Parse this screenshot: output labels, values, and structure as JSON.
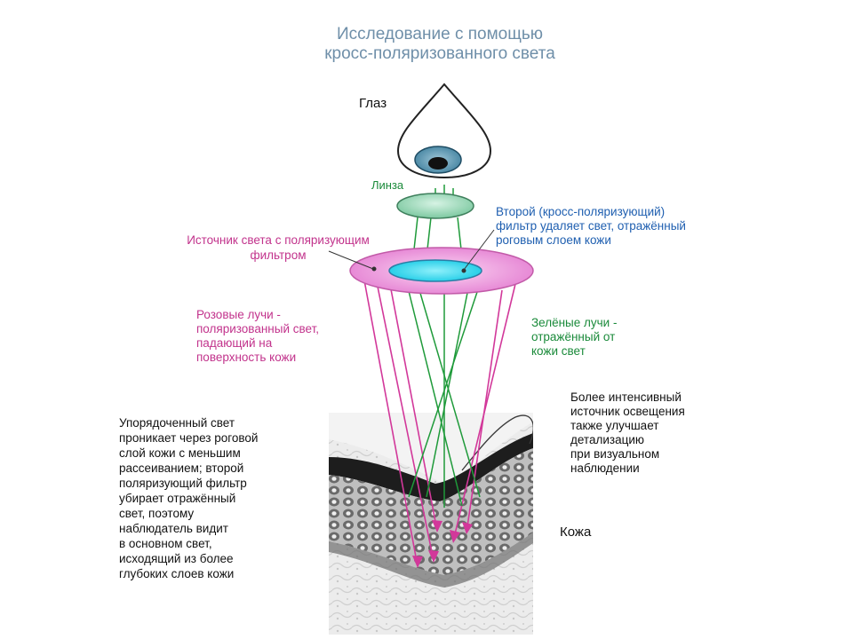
{
  "title": "Исследование с помощью\nкросс-поляризованного света",
  "labels": {
    "eye": "Глаз",
    "lens": "Линза",
    "second_filter": "Второй (кросс-поляризующий)\nфильтр удаляет свет, отражённый\nроговым слоем кожи",
    "light_source": "Источник света с поляризующим\nфильтром",
    "pink_rays": "Розовые лучи -\nполяризованный свет,\nпадающий на\nповерхность кожи",
    "green_rays": "Зелёные лучи -\nотражённый от\nкожи свет",
    "intense_source": "Более интенсивный\nисточник освещения\nтакже улучшает\nдетализацию\nпри визуальном\nнаблюдении",
    "ordered_light": "Упорядоченный свет\nпроникает через роговой\nслой кожи с меньшим\nрассеиванием; второй\nполяризующий фильтр\nубирает отражённый\nсвет, поэтому\nнаблюдатель видит\nв основном свет,\nисходящий из более\nглубоких слоев кожи",
    "skin": "Кожа"
  },
  "colors": {
    "pink_rays": "#d2389a",
    "green_rays": "#1f9a3a",
    "lens": "#8fd1b0",
    "filter_ring": "#ef9be0",
    "filter_inner": "#3fd6ee",
    "title": "#6f8fa9",
    "blue_text": "#1f5fb0"
  }
}
